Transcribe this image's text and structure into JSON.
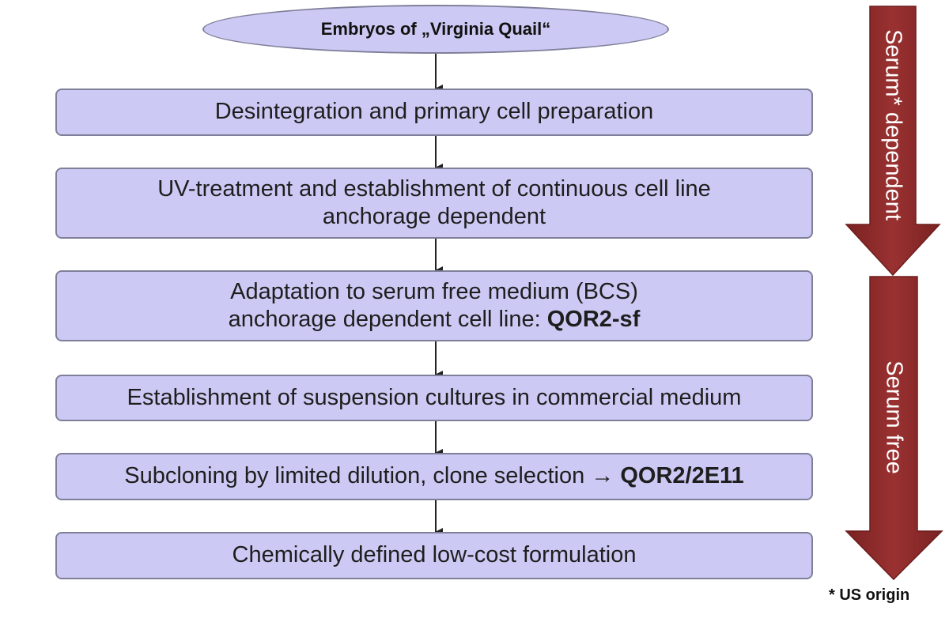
{
  "start_node": {
    "label": "Embryos of „Virginia Quail“"
  },
  "steps": [
    {
      "line1": "Desintegration and primary cell preparation"
    },
    {
      "line1": "UV-treatment and establishment of continuous cell line",
      "line2": "anchorage dependent"
    },
    {
      "line1": "Adaptation to serum free medium (BCS)",
      "line2_prefix": "anchorage dependent cell line: ",
      "line2_bold": "QOR2-sf"
    },
    {
      "line1": "Establishment of suspension cultures in commercial medium"
    },
    {
      "line1_prefix": "Subcloning by limited dilution, clone selection → ",
      "line1_bold": "QOR2/2E11"
    },
    {
      "line1": "Chemically defined low-cost formulation"
    }
  ],
  "phases": [
    {
      "label": "Serum* dependent"
    },
    {
      "label": "Serum free"
    }
  ],
  "footnote": "* US origin",
  "colors": {
    "box_fill": "#cccaf4",
    "box_border": "#7f7f9a",
    "arrow_fill": "#8b2a2a",
    "arrow_edge": "#6e1d1d"
  }
}
